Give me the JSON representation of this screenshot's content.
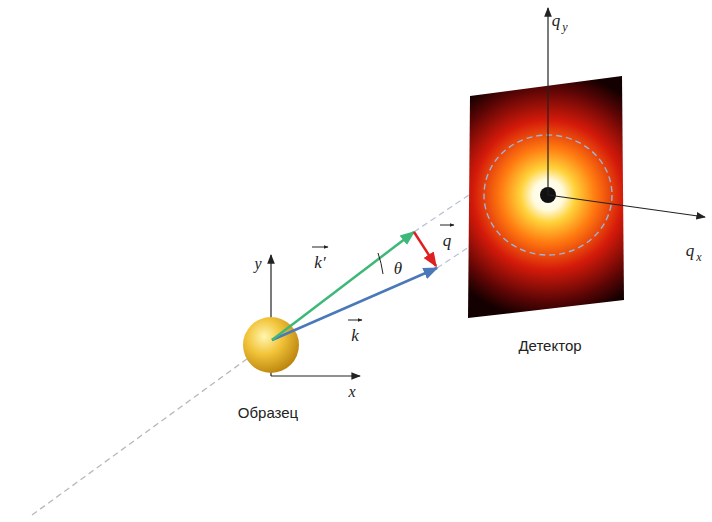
{
  "diagram": {
    "labels": [
      "q",
      "y",
      "q",
      "x",
      "y",
      "x",
      "k′",
      "θ",
      "k",
      "q",
      "Детектор",
      "Образец"
    ]
  }
}
